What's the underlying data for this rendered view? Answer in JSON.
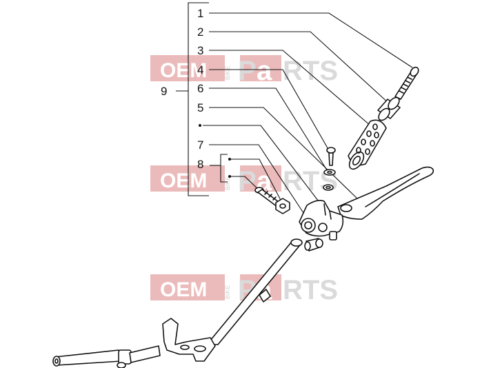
{
  "callouts": {
    "c1": "1",
    "c2": "2",
    "c3": "3",
    "c4": "4",
    "c6": "6",
    "c5": "5",
    "c7": "7",
    "c8": "8",
    "c9": "9"
  },
  "watermark": {
    "oem": "OEM",
    "bike": "BIKE",
    "p": "P",
    "a": "a",
    "rts": "RTS"
  },
  "colors": {
    "watermark_red": "#e8b0b0",
    "watermark_grey": "#d4d4d4",
    "line": "#111111"
  }
}
